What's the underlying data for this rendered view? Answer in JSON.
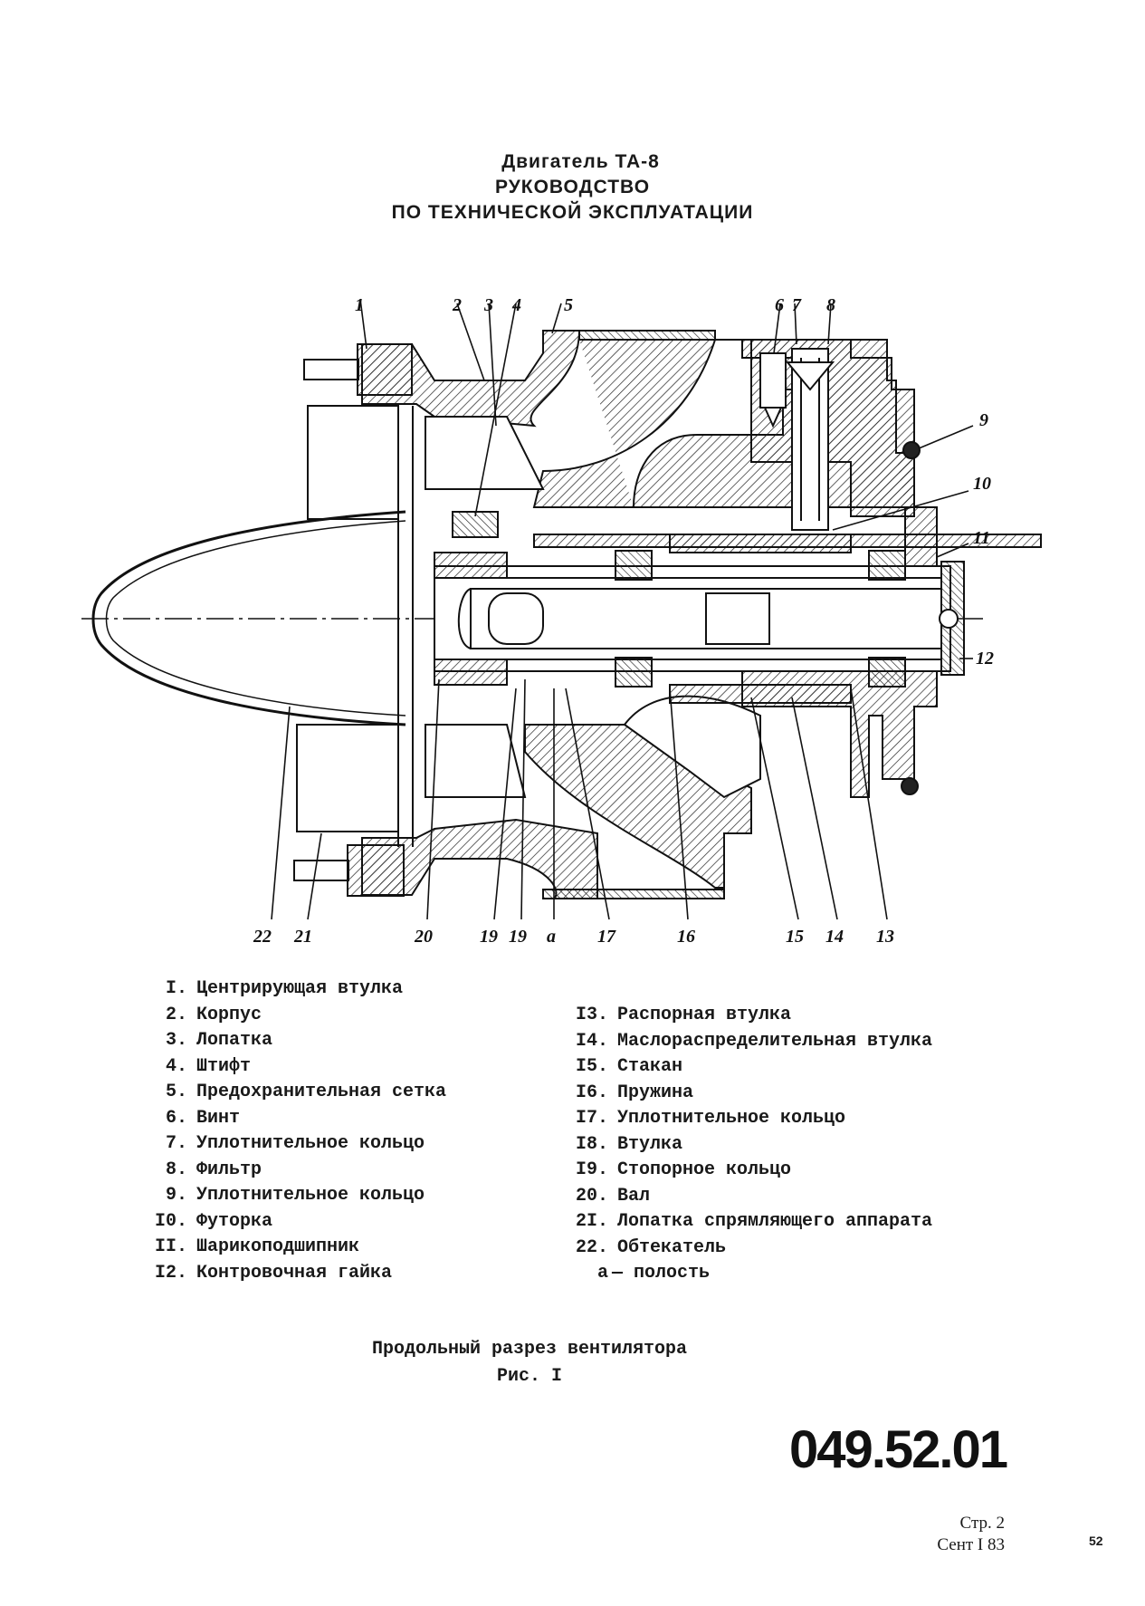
{
  "header": {
    "line1": "Двигатель ТА-8",
    "line2": "РУКОВОДСТВО",
    "line3": "ПО ТЕХНИЧЕСКОЙ ЭКСПЛУАТАЦИИ"
  },
  "figure": {
    "callouts_top": [
      "1",
      "2",
      "3",
      "4",
      "5",
      "6",
      "7",
      "8"
    ],
    "callouts_right": [
      "9",
      "10",
      "11",
      "12"
    ],
    "callouts_bottom": [
      "22",
      "21",
      "20",
      "19",
      "19",
      "a",
      "17",
      "16",
      "15",
      "14",
      "13"
    ]
  },
  "legend": {
    "left": [
      {
        "num": "I.",
        "text": "Центрирующая втулка"
      },
      {
        "num": "2.",
        "text": "Корпус"
      },
      {
        "num": "3.",
        "text": "Лопатка"
      },
      {
        "num": "4.",
        "text": "Штифт"
      },
      {
        "num": "5.",
        "text": "Предохранительная сетка"
      },
      {
        "num": "6.",
        "text": "Винт"
      },
      {
        "num": "7.",
        "text": "Уплотнительное кольцо"
      },
      {
        "num": "8.",
        "text": "Фильтр"
      },
      {
        "num": "9.",
        "text": "Уплотнительное кольцо"
      },
      {
        "num": "I0.",
        "text": "Футорка"
      },
      {
        "num": "II.",
        "text": "Шарикоподшипник"
      },
      {
        "num": "I2.",
        "text": "Контровочная гайка"
      }
    ],
    "right": [
      {
        "num": "I3.",
        "text": "Распорная втулка"
      },
      {
        "num": "I4.",
        "text": "Маслораспределительная втулка"
      },
      {
        "num": "I5.",
        "text": "Стакан"
      },
      {
        "num": "I6.",
        "text": "Пружина"
      },
      {
        "num": "I7.",
        "text": "Уплотнительное кольцо"
      },
      {
        "num": "I8.",
        "text": "Втулка"
      },
      {
        "num": "I9.",
        "text": "Стопорное кольцо"
      },
      {
        "num": "20.",
        "text": "Вал"
      },
      {
        "num": "2I.",
        "text": "Лопатка спрямляющего аппарата"
      },
      {
        "num": "22.",
        "text": "Обтекатель"
      },
      {
        "num": "а",
        "text": "полость"
      }
    ]
  },
  "caption": {
    "line1": "Продольный разрез вентилятора",
    "line2": "Рис. I"
  },
  "doc_number": "049.52.01",
  "sheet": "Стр. 2",
  "date": "Сент I 83",
  "page_number": "52"
}
